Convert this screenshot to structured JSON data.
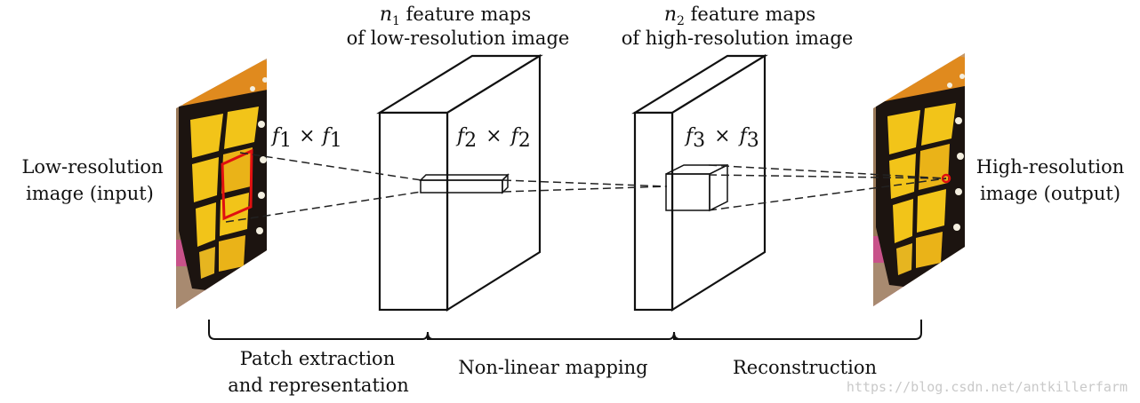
{
  "input_label": {
    "line1": "Low-resolution",
    "line2": "image (input)"
  },
  "output_label": {
    "line1": "High-resolution",
    "line2": "image (output)"
  },
  "layer1": {
    "count_symbol": "n",
    "count_sub": "1",
    "title_rest": " feature maps",
    "title_line2": "of low-resolution image",
    "filter_symbol": "f",
    "filter_sub": "2",
    "times": "×"
  },
  "layer2": {
    "count_symbol": "n",
    "count_sub": "2",
    "title_rest": " feature maps",
    "title_line2": "of high-resolution image",
    "filter_symbol": "f",
    "filter_sub": "3",
    "times": "×"
  },
  "input_filter": {
    "symbol": "f",
    "sub": "1",
    "times": "×"
  },
  "stages": {
    "patch_line1": "Patch extraction",
    "patch_line2": "and representation",
    "nonlinear": "Non-linear mapping",
    "reconstruction": "Reconstruction"
  },
  "watermark": "https://blog.csdn.net/antkillerfarm",
  "colors": {
    "wing_orange": "#e08a1e",
    "wing_yellow": "#f2c419",
    "vein_black": "#1c1410",
    "highlight_red": "#e01010",
    "flower_pink": "#c8528a"
  }
}
